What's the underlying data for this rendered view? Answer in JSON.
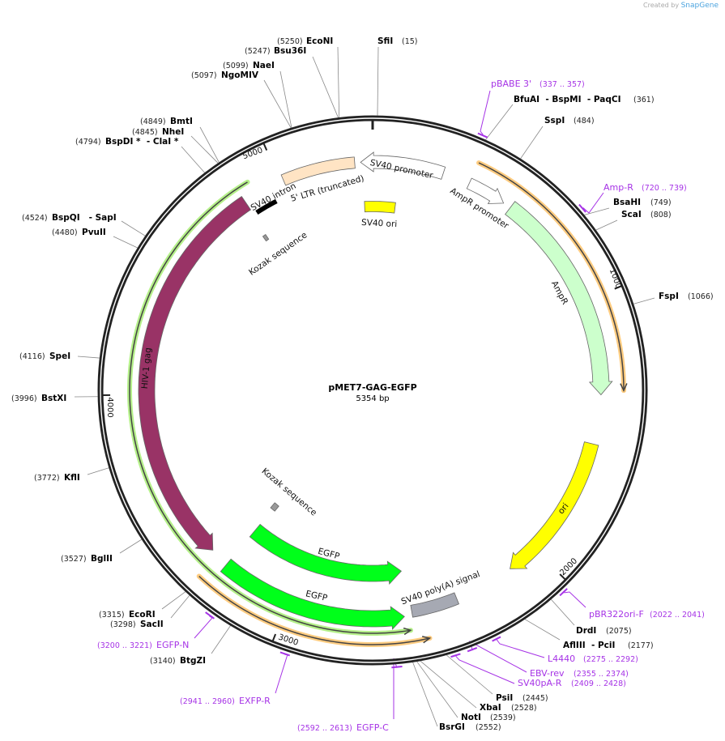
{
  "watermark": {
    "prefix": "Created by",
    "brand": "SnapGene"
  },
  "plasmid": {
    "name": "pMET7-GAG-EGFP",
    "length_label": "5354 bp",
    "length": 5354
  },
  "ticks": [
    "1000",
    "2000",
    "3000",
    "4000",
    "5000"
  ],
  "colors": {
    "primer": "#a633e6",
    "backbone": "#222222",
    "orf_orange": "#ffcc80",
    "orf_green": "#b5f08a"
  },
  "features": [
    {
      "name": "SV40 promoter",
      "start": 5309,
      "end": 268,
      "dir": -1,
      "color": "#ffffff"
    },
    {
      "name": "5' LTR (truncated)",
      "start": 5012,
      "end": 5287,
      "dir": 0,
      "color": "#ffe4c4"
    },
    {
      "name": "SV40 intron",
      "start": 4863,
      "end": 4952,
      "dir": 0,
      "color": "#000000"
    },
    {
      "name": "SV40 ori",
      "start": 5317,
      "end": 104,
      "dir": 0,
      "color": "#ffff00"
    },
    {
      "name": "Kozak sequence",
      "start": 4826,
      "end": 4841,
      "dir": 0,
      "color": "#999999"
    },
    {
      "name": "AmpR promoter",
      "start": 372,
      "end": 520,
      "dir": 1,
      "color": "#ffffff"
    },
    {
      "name": "AmpR",
      "start": 550,
      "end": 1355,
      "dir": 1,
      "color": "#ccffcc"
    },
    {
      "name": "ori",
      "start": 1542,
      "end": 2118,
      "dir": 1,
      "color": "#ffff00"
    },
    {
      "name": "SV40 poly(A) signal",
      "start": 2350,
      "end": 2528,
      "dir": 0,
      "color": "#a6a9b3"
    },
    {
      "name": "EGFP",
      "start": 2543,
      "end": 3272,
      "dir": -1,
      "color": "#00ff1a"
    },
    {
      "name": "EGFP",
      "start": 2558,
      "end": 3272,
      "dir": -1,
      "color": "#00ff1a"
    },
    {
      "name": "HIV-1 gag",
      "start": 3346,
      "end": 4848,
      "dir": -1,
      "color": "#993366"
    },
    {
      "name": "Kozak sequence",
      "start": 3257,
      "end": 3287,
      "dir": 0,
      "color": "#999999"
    }
  ],
  "orfs": [
    {
      "start": 372,
      "end": 1339,
      "dir": 1,
      "color": "#ffcc80"
    },
    {
      "start": 2484,
      "end": 3317,
      "dir": -1,
      "color": "#ffcc80"
    },
    {
      "start": 2543,
      "end": 4893,
      "dir": -1,
      "color": "#b5f08a"
    }
  ],
  "sites": [
    {
      "name": "SfiI",
      "pos": "(15)",
      "bp": 15
    },
    {
      "name": "BfuAI  - BspMI  - PaqCI",
      "pos": "(361)",
      "bp": 361
    },
    {
      "name": "SspI",
      "pos": "(484)",
      "bp": 484
    },
    {
      "name": "BsaHI",
      "pos": "(749)",
      "bp": 749
    },
    {
      "name": "ScaI",
      "pos": "(808)",
      "bp": 808
    },
    {
      "name": "FspI",
      "pos": "(1066)",
      "bp": 1066
    },
    {
      "name": "DrdI",
      "pos": "(2075)",
      "bp": 2075
    },
    {
      "name": "AflIII  - PciI",
      "pos": "(2177)",
      "bp": 2177
    },
    {
      "name": "PsiI",
      "pos": "(2445)",
      "bp": 2445
    },
    {
      "name": "XbaI",
      "pos": "(2528)",
      "bp": 2528
    },
    {
      "name": "NotI",
      "pos": "(2539)",
      "bp": 2539
    },
    {
      "name": "BsrGI",
      "pos": "(2552)",
      "bp": 2552
    },
    {
      "name": "BtgZI",
      "pos": "(3140)",
      "bp": 3140
    },
    {
      "name": "SacII",
      "pos": "(3298)",
      "bp": 3298
    },
    {
      "name": "EcoRI",
      "pos": "(3315)",
      "bp": 3315
    },
    {
      "name": "BglII",
      "pos": "(3527)",
      "bp": 3527
    },
    {
      "name": "KflI",
      "pos": "(3772)",
      "bp": 3772
    },
    {
      "name": "BstXI",
      "pos": "(3996)",
      "bp": 3996
    },
    {
      "name": "SpeI",
      "pos": "(4116)",
      "bp": 4116
    },
    {
      "name": "PvuII",
      "pos": "(4480)",
      "bp": 4480
    },
    {
      "name": "BspQI   - SapI",
      "pos": "(4524)",
      "bp": 4524
    },
    {
      "name": "BspDI *  - ClaI *",
      "pos": "(4794)",
      "bp": 4794
    },
    {
      "name": "NheI",
      "pos": "(4845)",
      "bp": 4845
    },
    {
      "name": "BmtI",
      "pos": "(4849)",
      "bp": 4849
    },
    {
      "name": "NgoMIV",
      "pos": "(5097)",
      "bp": 5097
    },
    {
      "name": "NaeI",
      "pos": "(5099)",
      "bp": 5099
    },
    {
      "name": "Bsu36I",
      "pos": "(5247)",
      "bp": 5247
    },
    {
      "name": "EcoNI",
      "pos": "(5250)",
      "bp": 5250
    }
  ],
  "primers": [
    {
      "name": "pBABE 3'",
      "range": "(337 .. 357)",
      "start": 337,
      "end": 357
    },
    {
      "name": "Amp-R",
      "range": "(720 .. 739)",
      "start": 720,
      "end": 739
    },
    {
      "name": "pBR322ori-F",
      "range": "(2022 .. 2041)",
      "start": 2022,
      "end": 2041
    },
    {
      "name": "L4440",
      "range": "(2275 .. 2292)",
      "start": 2275,
      "end": 2292
    },
    {
      "name": "EBV-rev",
      "range": "(2355 .. 2374)",
      "start": 2355,
      "end": 2374
    },
    {
      "name": "SV40pA-R",
      "range": "(2409 .. 2428)",
      "start": 2409,
      "end": 2428
    },
    {
      "name": "EGFP-C",
      "range": "(2592 .. 2613)",
      "start": 2592,
      "end": 2613
    },
    {
      "name": "EXFP-R",
      "range": "(2941 .. 2960)",
      "start": 2941,
      "end": 2960
    },
    {
      "name": "EGFP-N",
      "range": "(3200 .. 3221)",
      "start": 3200,
      "end": 3221
    }
  ]
}
